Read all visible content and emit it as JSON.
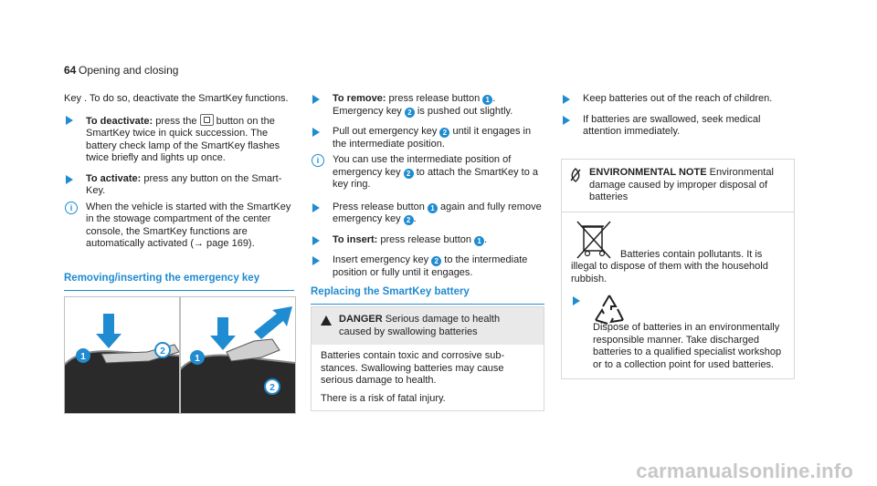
{
  "header": {
    "page_number": "64",
    "section": "Opening and closing"
  },
  "col1": {
    "intro": "Key . To do so, deactivate the SmartKey func­tions.",
    "deactivate_label": "To deactivate:",
    "deactivate_a": "press the ",
    "deactivate_b": " button on the SmartKey twice in quick succession. The battery check lamp of the SmartKey flashes twice briefly and lights up once.",
    "activate_label": "To activate:",
    "activate_text": "press any button on the Smart­Key.",
    "note_text": "When the vehicle is started with the Smart­Key in the stowage compartment of the cen­ter console, the SmartKey functions are automatically activated (→ page 169).",
    "heading": "Removing/inserting the emergency key",
    "callouts": [
      "1",
      "2",
      "1",
      "2"
    ]
  },
  "col2": {
    "remove_label": "To remove:",
    "remove_a": "press release button ",
    "remove_b": ". Emergency key ",
    "remove_c": " is pushed out slightly.",
    "pull_a": "Pull out emergency key ",
    "pull_b": " until it engages in the intermediate position.",
    "note_a": "You can use the intermediate position of emergency key ",
    "note_b": " to attach the SmartKey to a key ring.",
    "press_a": "Press release button ",
    "press_b": " again and fully remove emergency key ",
    "press_c": ".",
    "insert_label": "To insert:",
    "insert_a": "press release button ",
    "insert_b": ".",
    "insert2_a": "Insert emergency key ",
    "insert2_b": " to the intermediate position or fully until it engages.",
    "heading": "Replacing the SmartKey battery",
    "danger_label": "DANGER",
    "danger_title": " Serious damage to health caused by swallowing batteries",
    "danger_p1": "Batteries contain toxic and corrosive sub­stances. Swallowing batteries may cause serious damage to health.",
    "danger_p2": "There is a risk of fatal injury."
  },
  "col3": {
    "b1": "Keep batteries out of the reach of chil­dren.",
    "b2": "If batteries are swallowed, seek medical attention immediately.",
    "env_label": "ENVIRONMENTAL NOTE",
    "env_title": " Environmental damage caused by improper disposal of batteries",
    "env_p1": "Batteries contain pollutants. It is illegal to dispose of them with the household rubbish.",
    "env_p2": "Dispose of batteries in an environmentally responsible manner. Take discharged batteries to a qualified specialist workshop or to a collection point for used batteries."
  },
  "markers": {
    "one": "1",
    "two": "2",
    "info": "i"
  },
  "footer": {
    "watermark": "carmanualsonline.info"
  },
  "colors": {
    "accent": "#1f8bd0",
    "text": "#222222",
    "panel": "#e9e9e9"
  },
  "icons": [
    "lock-icon",
    "info-icon",
    "bullet-arrow-icon",
    "warning-triangle-icon",
    "environment-icon",
    "crossed-bin-icon",
    "recycle-icon"
  ]
}
